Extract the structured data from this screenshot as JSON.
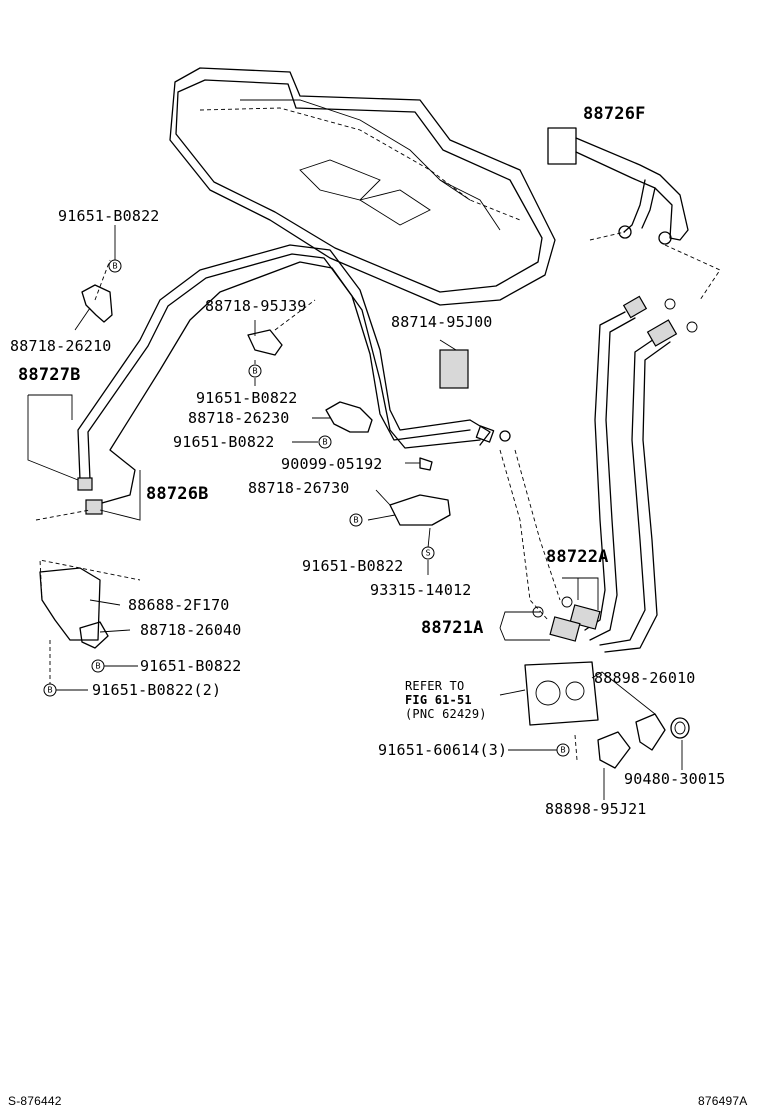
{
  "labels": {
    "p_88726F": "88726F",
    "p_91651_B0822_a": "91651-B0822",
    "p_88718_26210": "88718-26210",
    "p_88727B": "88727B",
    "p_88718_95J39": "88718-95J39",
    "p_88714_95J00": "88714-95J00",
    "p_91651_B0822_b": "91651-B0822",
    "p_88718_26230": "88718-26230",
    "p_91651_B0822_c": "91651-B0822",
    "p_90099_05192": "90099-05192",
    "p_88718_26730": "88718-26730",
    "p_88726B": "88726B",
    "p_91651_B0822_d": "91651-B0822",
    "p_93315_14012": "93315-14012",
    "p_88722A": "88722A",
    "p_88688_2F170": "88688-2F170",
    "p_88718_26040": "88718-26040",
    "p_88721A": "88721A",
    "p_91651_B0822_e": "91651-B0822",
    "p_91651_B0822_2": "91651-B0822(2)",
    "p_88898_26010": "88898-26010",
    "p_91651_60614_3": "91651-60614(3)",
    "p_90480_30015": "90480-30015",
    "p_88898_95J21": "88898-95J21",
    "refer_line1": "REFER TO",
    "refer_line2": "FIG 61-51",
    "refer_line3": "(PNC 62429)",
    "footer_left": "S-876442",
    "footer_right": "876497A"
  },
  "symbols": {
    "bolt": "B",
    "screw": "S"
  }
}
